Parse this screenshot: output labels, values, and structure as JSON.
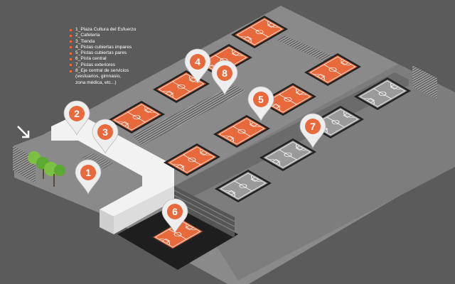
{
  "legend": [
    {
      "label": "1_Plaza Cultura del Esfuerzo"
    },
    {
      "label": "2_Cafetería"
    },
    {
      "label": "3_Tienda"
    },
    {
      "label": "4_Pistas cubiertas impares"
    },
    {
      "label": "5_Pistas cubiertas pares"
    },
    {
      "label": "6_Pista central"
    },
    {
      "label": "7_Pistas exteriores"
    },
    {
      "label": "8_Eje central de servicios",
      "detail": [
        "(vestuarios, gimnasio,",
        "zona médica, etc...)"
      ]
    }
  ],
  "pins": [
    "1",
    "2",
    "3",
    "4",
    "5",
    "6",
    "7",
    "8"
  ],
  "colors": {
    "background": "#5b5b5b",
    "platform": "#8a8a8a",
    "court_orange": "#e8693c",
    "court_gray": "#9a9a9a",
    "accent": "#e8693c",
    "pin": "#eeeeee"
  }
}
